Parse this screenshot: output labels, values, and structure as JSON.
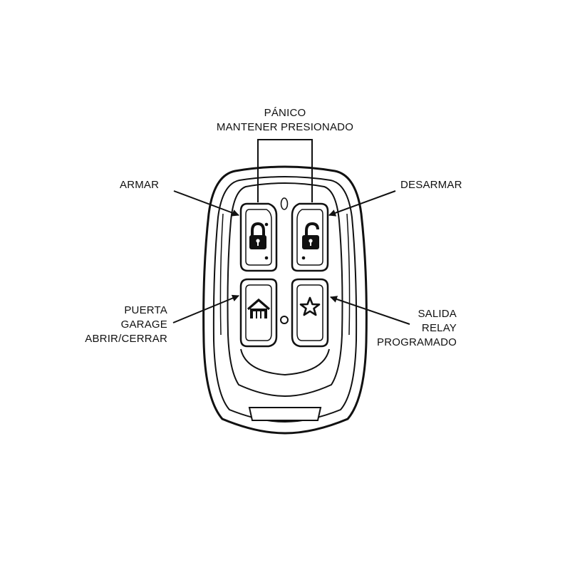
{
  "labels": {
    "panic": {
      "line1": "PÁNICO",
      "line2": "MANTENER PRESIONADO"
    },
    "arm": {
      "text": "ARMAR"
    },
    "disarm": {
      "text": "DESARMAR"
    },
    "garage": {
      "line1": "PUERTA",
      "line2": "GARAGE",
      "line3": "ABRIR/CERRAR"
    },
    "relay": {
      "line1": "SALIDA",
      "line2": "RELAY",
      "line3": "PROGRAMADO"
    }
  },
  "buttons": {
    "arm": {
      "icon": "locked-padlock-icon"
    },
    "disarm": {
      "icon": "unlocked-padlock-icon"
    },
    "garage": {
      "icon": "garage-icon"
    },
    "relay": {
      "icon": "star-icon"
    }
  },
  "colors": {
    "line": "#111111",
    "background": "#ffffff"
  }
}
